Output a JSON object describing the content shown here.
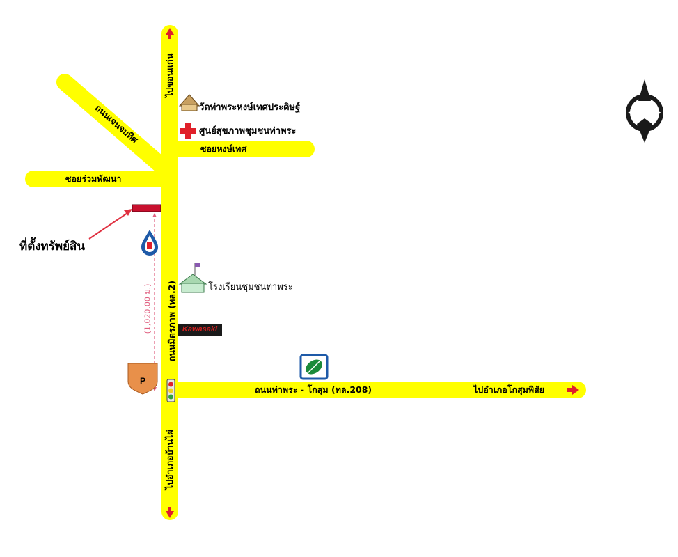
{
  "roads": {
    "main_north_south": "ถนนมิตรภาพ (ทล.2)",
    "east_west_main": "ถนนท่าพระ - โกสุม (ทล.208)",
    "diagonal": "ถนนเจนจบทิศ",
    "soi_ruam": "ซอยร่วมพัฒนา",
    "soi_hong": "ซอยหงษ์เทศ"
  },
  "directions": {
    "north": "ไปขอนแก่น",
    "south": "ไปอำเภอบ้านไผ่",
    "east": "ไปอำเภอโกสุมพิสัย"
  },
  "landmarks": {
    "temple": "วัดท่าพระหงษ์เทศประดิษฐ์",
    "health_center": "ศูนย์สุขภาพชุมชนท่าพระ",
    "school": "โรงเรียนชุมชนท่าพระ",
    "kawasaki": "Kawasaki"
  },
  "property": {
    "label": "ที่ตั้งทรัพย์สิน",
    "distance": "(1,020.00 ม.)"
  },
  "colors": {
    "road": "#ffff00",
    "arrow": "#e0202a",
    "property_marker": "#c8102e",
    "background": "#ffffff"
  },
  "icons": [
    "north-arrow-icon",
    "gas-station-icon",
    "temple-icon",
    "red-cross-icon",
    "school-icon",
    "traffic-light-icon",
    "parking-icon",
    "bank-icon",
    "property-marker-icon"
  ]
}
